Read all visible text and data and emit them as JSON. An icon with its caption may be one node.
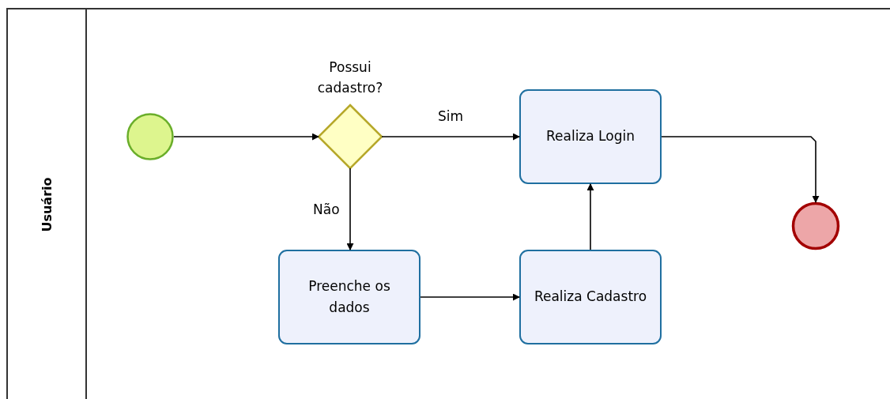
{
  "diagram": {
    "nodes": [
      {
        "text": [
          "Usuário"
        ]
      },
      {
        "text": [],
        "shape": "circle",
        "in": 0
      },
      {
        "text": [
          "Possui cadastro?"
        ],
        "in": 0
      },
      {
        "text": [
          "Realiza Login"
        ],
        "in": 0
      },
      {
        "text": [
          "Preenche os dados"
        ],
        "in": 0
      },
      {
        "text": [
          "Realiza Cadastro"
        ],
        "in": 0
      },
      {
        "text": [],
        "shape": "circle",
        "in": 0
      }
    ],
    "edges": [
      {
        "from": 1,
        "to": 2,
        "arrow": "to"
      },
      {
        "from": 2,
        "to": 3,
        "arrow": "to",
        "label": "Sim"
      },
      {
        "from": 2,
        "to": 4,
        "arrow": "to",
        "label": "Não"
      },
      {
        "from": 4,
        "to": 5,
        "arrow": "to"
      },
      {
        "from": 5,
        "to": 3,
        "arrow": "to"
      },
      {
        "from": 3,
        "to": 6,
        "arrow": "to"
      }
    ]
  }
}
